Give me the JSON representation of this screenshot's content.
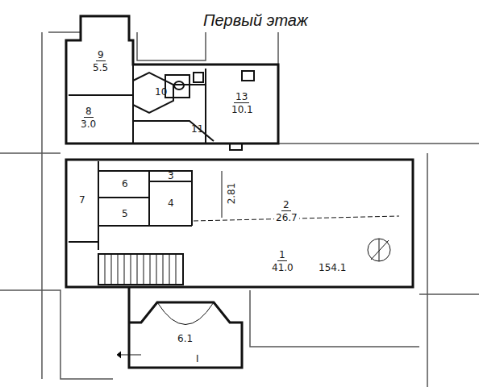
{
  "diagram": {
    "title": "Первый этаж",
    "labels": [
      "9",
      "5.5",
      "10",
      "8",
      "3.0",
      "11",
      "13",
      "10.1",
      "6",
      "3",
      "4",
      "7",
      "5",
      "2.81",
      "2",
      "26.7",
      "1",
      "41.0",
      "154.1",
      "6.1",
      "I"
    ]
  }
}
